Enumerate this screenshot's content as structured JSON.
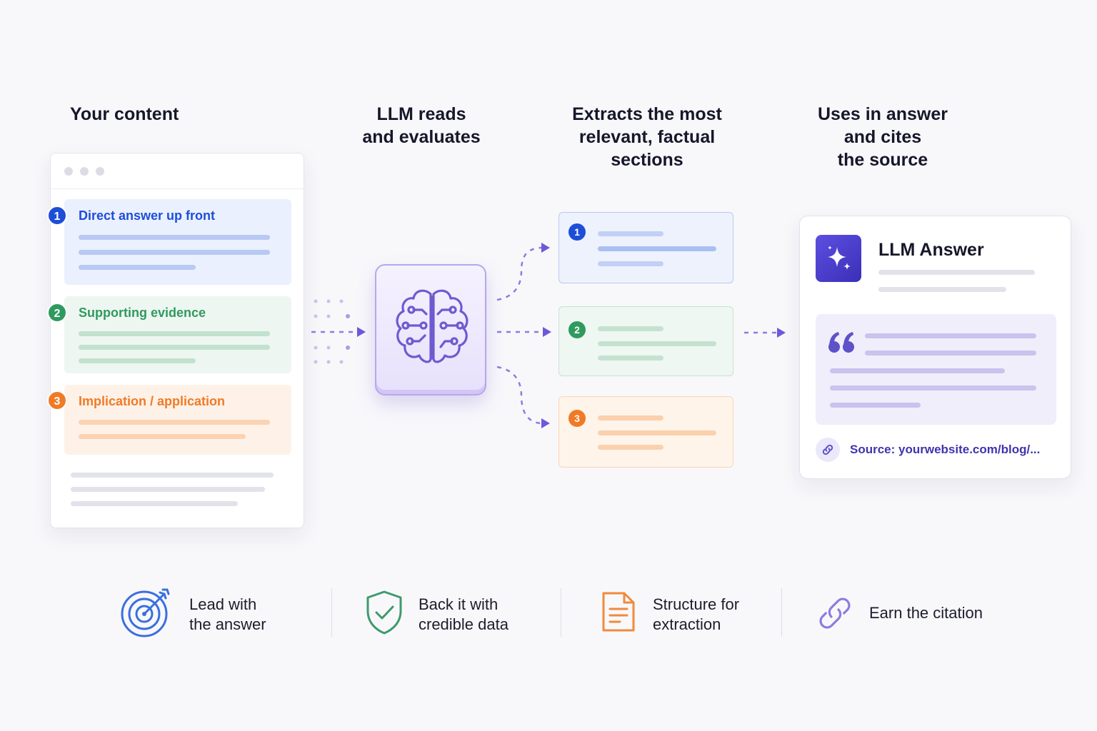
{
  "headings": {
    "content": "Your content",
    "llm": "LLM reads\nand evaluates",
    "extract": "Extracts the most\nrelevant, factual\nsections",
    "uses": "Uses in answer\nand cites\nthe source"
  },
  "document": {
    "sections": [
      {
        "number": "1",
        "label": "Direct answer up front",
        "color": "#1d4ed8"
      },
      {
        "number": "2",
        "label": "Supporting evidence",
        "color": "#2f9a5f"
      },
      {
        "number": "3",
        "label": "Implication / application",
        "color": "#f07a26"
      }
    ]
  },
  "extracted": [
    {
      "number": "1"
    },
    {
      "number": "2"
    },
    {
      "number": "3"
    }
  ],
  "answer": {
    "title": "LLM Answer",
    "source": "Source: yourwebsite.com/blog/..."
  },
  "principles": [
    {
      "label": "Lead with\nthe answer",
      "icon": "target-icon"
    },
    {
      "label": "Back it with\ncredible data",
      "icon": "shield-check-icon"
    },
    {
      "label": "Structure for\nextraction",
      "icon": "document-icon"
    },
    {
      "label": "Earn the citation",
      "icon": "link-icon"
    }
  ],
  "colors": {
    "blue": "#1d4ed8",
    "green": "#2f9a5f",
    "orange": "#f07a26",
    "purple": "#5d4fe0",
    "arrow": "#7a68dd"
  }
}
